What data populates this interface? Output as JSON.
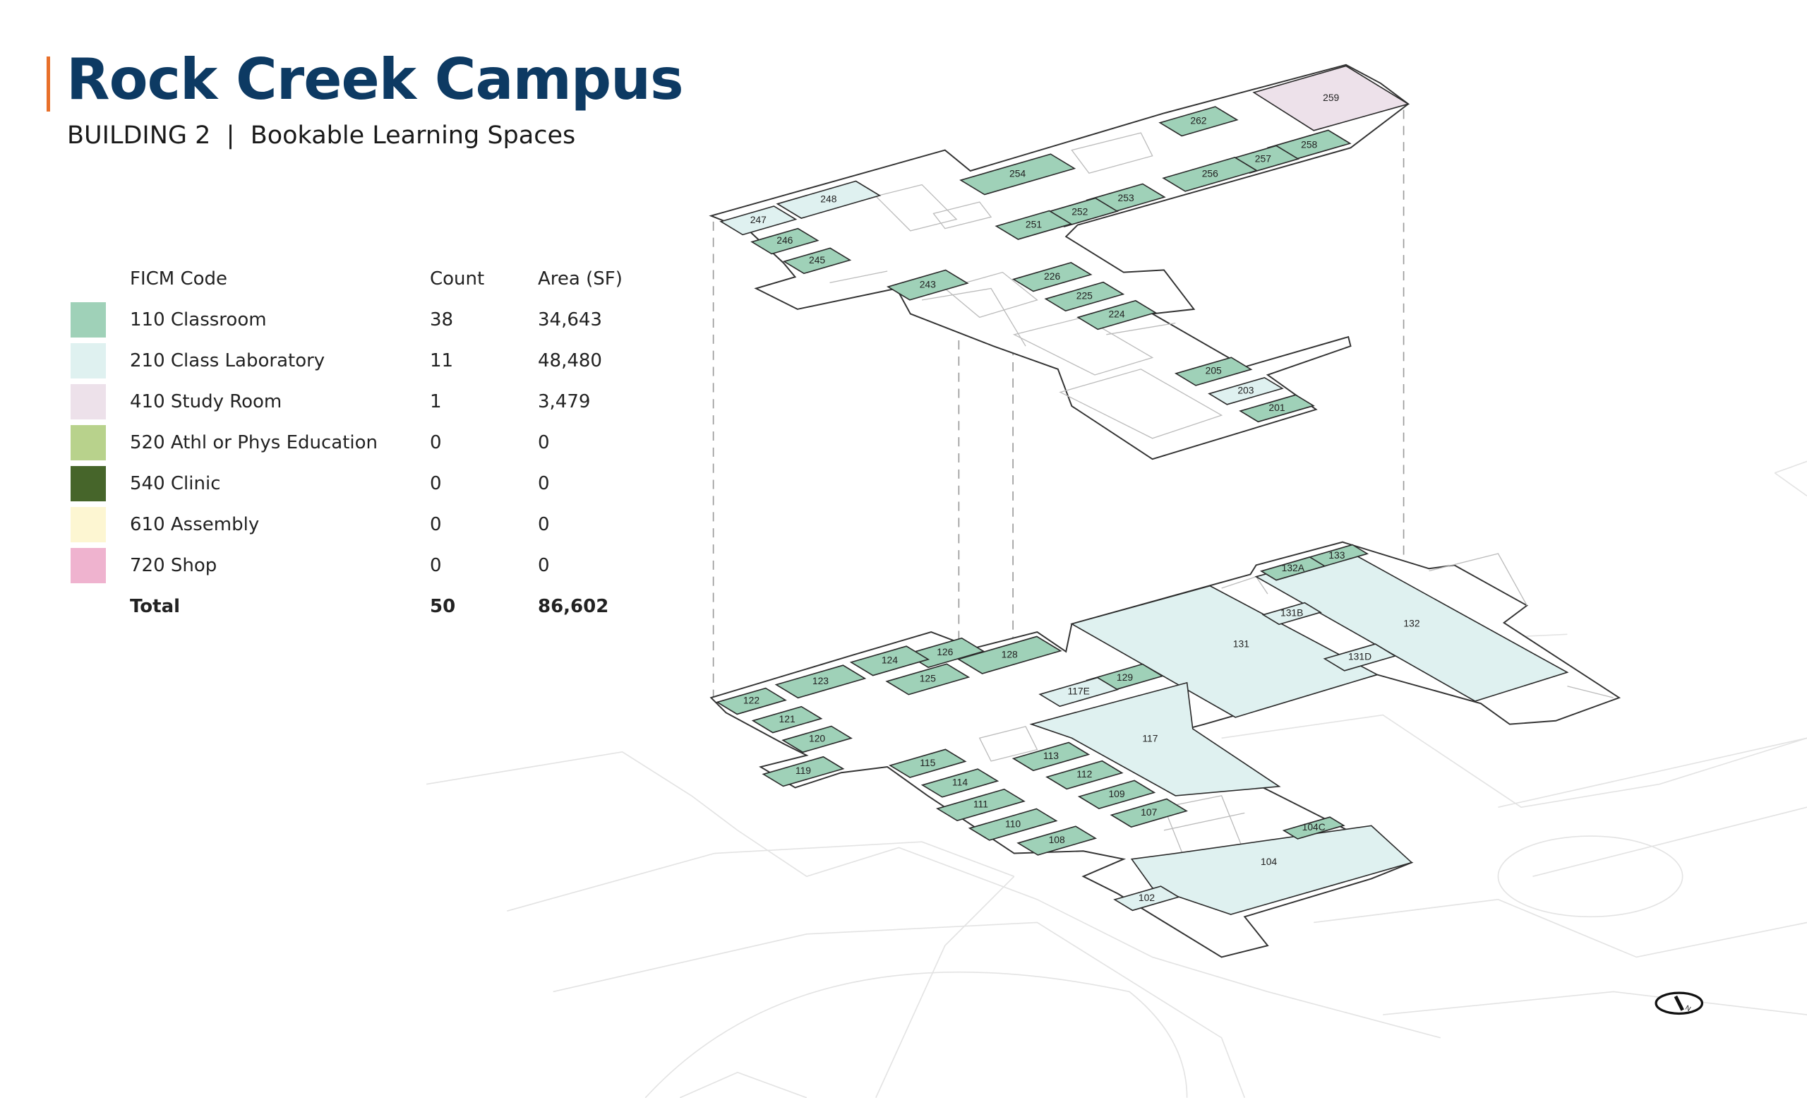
{
  "header": {
    "title": "Rock Creek Campus",
    "subtitle": "BUILDING 2  |  Bookable Learning Spaces"
  },
  "legend": {
    "headers": {
      "code": "FICM Code",
      "count": "Count",
      "area": "Area (SF)"
    },
    "rows": [
      {
        "code": "110",
        "label": "110 Classroom",
        "count": "38",
        "area": "34,643",
        "color": "#9fd1b8"
      },
      {
        "code": "210",
        "label": "210 Class Laboratory",
        "count": "11",
        "area": "48,480",
        "color": "#dff1f0"
      },
      {
        "code": "410",
        "label": "410 Study Room",
        "count": "1",
        "area": "3,479",
        "color": "#ede1ea"
      },
      {
        "code": "520",
        "label": "520 Athl or Phys Education",
        "count": "0",
        "area": "0",
        "color": "#b8d28c"
      },
      {
        "code": "540",
        "label": "540 Clinic",
        "count": "0",
        "area": "0",
        "color": "#46652a"
      },
      {
        "code": "610",
        "label": "610 Assembly",
        "count": "0",
        "area": "0",
        "color": "#fdf6d2"
      },
      {
        "code": "720",
        "label": "720 Shop",
        "count": "0",
        "area": "0",
        "color": "#efb3cf"
      }
    ],
    "total": {
      "label": "Total",
      "count": "50",
      "area": "86,602"
    }
  },
  "floors": {
    "level2": {
      "rooms": [
        {
          "label": "259",
          "code": "410"
        },
        {
          "label": "262",
          "code": "110"
        },
        {
          "label": "258",
          "code": "110"
        },
        {
          "label": "257",
          "code": "110"
        },
        {
          "label": "256",
          "code": "110"
        },
        {
          "label": "254",
          "code": "110"
        },
        {
          "label": "253",
          "code": "110"
        },
        {
          "label": "252",
          "code": "110"
        },
        {
          "label": "251",
          "code": "110"
        },
        {
          "label": "248",
          "code": "210"
        },
        {
          "label": "247",
          "code": "210"
        },
        {
          "label": "246",
          "code": "110"
        },
        {
          "label": "245",
          "code": "110"
        },
        {
          "label": "243",
          "code": "110"
        },
        {
          "label": "226",
          "code": "110"
        },
        {
          "label": "225",
          "code": "110"
        },
        {
          "label": "224",
          "code": "110"
        },
        {
          "label": "205",
          "code": "110"
        },
        {
          "label": "203",
          "code": "210"
        },
        {
          "label": "201",
          "code": "110"
        }
      ]
    },
    "level1": {
      "rooms": [
        {
          "label": "133",
          "code": "110"
        },
        {
          "label": "132A",
          "code": "110"
        },
        {
          "label": "132",
          "code": "210"
        },
        {
          "label": "131",
          "code": "210"
        },
        {
          "label": "131B",
          "code": "210"
        },
        {
          "label": "131D",
          "code": "210"
        },
        {
          "label": "128",
          "code": "110"
        },
        {
          "label": "126",
          "code": "110"
        },
        {
          "label": "124",
          "code": "110"
        },
        {
          "label": "125",
          "code": "110"
        },
        {
          "label": "123",
          "code": "110"
        },
        {
          "label": "129",
          "code": "110"
        },
        {
          "label": "117E",
          "code": "210"
        },
        {
          "label": "117",
          "code": "210"
        },
        {
          "label": "122",
          "code": "110"
        },
        {
          "label": "121",
          "code": "110"
        },
        {
          "label": "120",
          "code": "110"
        },
        {
          "label": "119",
          "code": "110"
        },
        {
          "label": "113",
          "code": "110"
        },
        {
          "label": "112",
          "code": "110"
        },
        {
          "label": "109",
          "code": "110"
        },
        {
          "label": "107",
          "code": "110"
        },
        {
          "label": "115",
          "code": "110"
        },
        {
          "label": "114",
          "code": "110"
        },
        {
          "label": "111",
          "code": "110"
        },
        {
          "label": "110",
          "code": "110"
        },
        {
          "label": "108",
          "code": "110"
        },
        {
          "label": "104C",
          "code": "110"
        },
        {
          "label": "104",
          "code": "210"
        },
        {
          "label": "102",
          "code": "210"
        }
      ]
    }
  },
  "north_arrow": {
    "label": "N"
  }
}
